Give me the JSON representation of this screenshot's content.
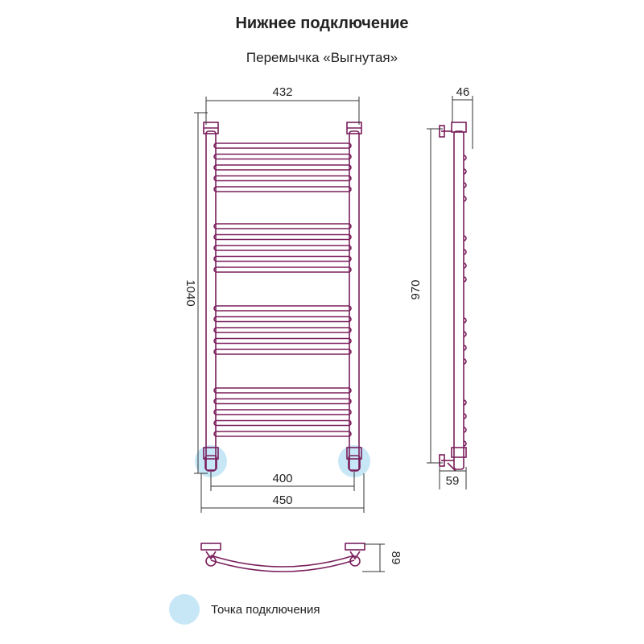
{
  "heading": {
    "title": "Нижнее подключение",
    "subtitle": "Перемычка «Выгнутая»"
  },
  "dimensions": {
    "top_width": "432",
    "height": "1040",
    "pipe_spacing": "400",
    "bottom_width": "450",
    "side_height": "970",
    "side_depth": "46",
    "side_offset": "59",
    "curve_depth": "89"
  },
  "legend": {
    "label": "Точка подключения",
    "marker_color": "#c7e7f7"
  },
  "colors": {
    "pipe": "#7a1f5c",
    "dim_line": "#333333",
    "connection": "#bfe3f5"
  }
}
